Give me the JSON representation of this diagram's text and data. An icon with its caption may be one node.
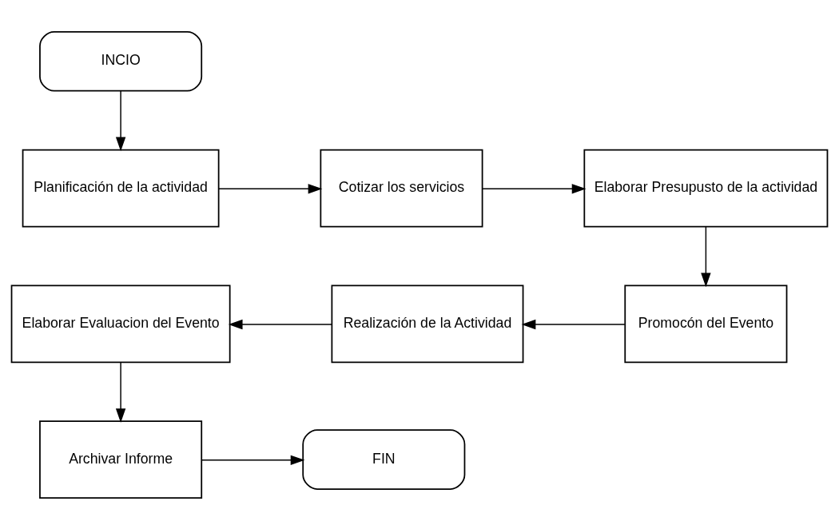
{
  "diagram": {
    "nodes": [
      {
        "text": [
          "INCIO"
        ]
      },
      {
        "text": [
          "Planificación de la actividad"
        ]
      },
      {
        "text": [
          "Cotizar los servicios"
        ]
      },
      {
        "text": [
          "Elaborar Presupusto de la actividad"
        ]
      },
      {
        "text": [
          "Promocón del Evento"
        ]
      },
      {
        "text": [
          "Realización de la Actividad"
        ]
      },
      {
        "text": [
          "Elaborar Evaluacion del Evento"
        ]
      },
      {
        "text": [
          "Archivar Informe"
        ]
      },
      {
        "text": [
          "FIN"
        ]
      }
    ],
    "edges": [
      {
        "from": 0,
        "to": 1,
        "arrow": "to"
      },
      {
        "from": 1,
        "to": 2,
        "arrow": "to"
      },
      {
        "from": 2,
        "to": 3,
        "arrow": "to"
      },
      {
        "from": 3,
        "to": 4,
        "arrow": "to"
      },
      {
        "from": 4,
        "to": 5,
        "arrow": "to"
      },
      {
        "from": 5,
        "to": 6,
        "arrow": "to"
      },
      {
        "from": 6,
        "to": 7,
        "arrow": "to"
      },
      {
        "from": 7,
        "to": 8,
        "arrow": "to"
      }
    ]
  }
}
